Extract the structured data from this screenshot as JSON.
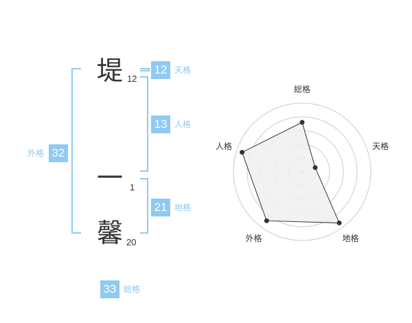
{
  "name": {
    "chars": [
      {
        "char": "堤",
        "strokes": "12"
      },
      {
        "char": "一",
        "strokes": "1"
      },
      {
        "char": "馨",
        "strokes": "20"
      }
    ]
  },
  "kaku": {
    "tenkaku": {
      "value": "12",
      "label": "天格"
    },
    "jinkaku": {
      "value": "13",
      "label": "人格"
    },
    "chikaku": {
      "value": "21",
      "label": "地格"
    },
    "gaikaku": {
      "value": "32",
      "label": "外格"
    },
    "soukaku": {
      "value": "33",
      "label": "総格"
    }
  },
  "chart_data": {
    "type": "radar",
    "axes": [
      "総格",
      "天格",
      "地格",
      "外格",
      "人格"
    ],
    "values": [
      0.72,
      0.2,
      0.92,
      0.88,
      0.92
    ],
    "max": 1,
    "rings": 5,
    "fill_color": "#f0f0f0",
    "line_color": "#333333",
    "grid_color": "#cccccc"
  },
  "colors": {
    "accent": "#8fcaf2",
    "text": "#333333"
  }
}
